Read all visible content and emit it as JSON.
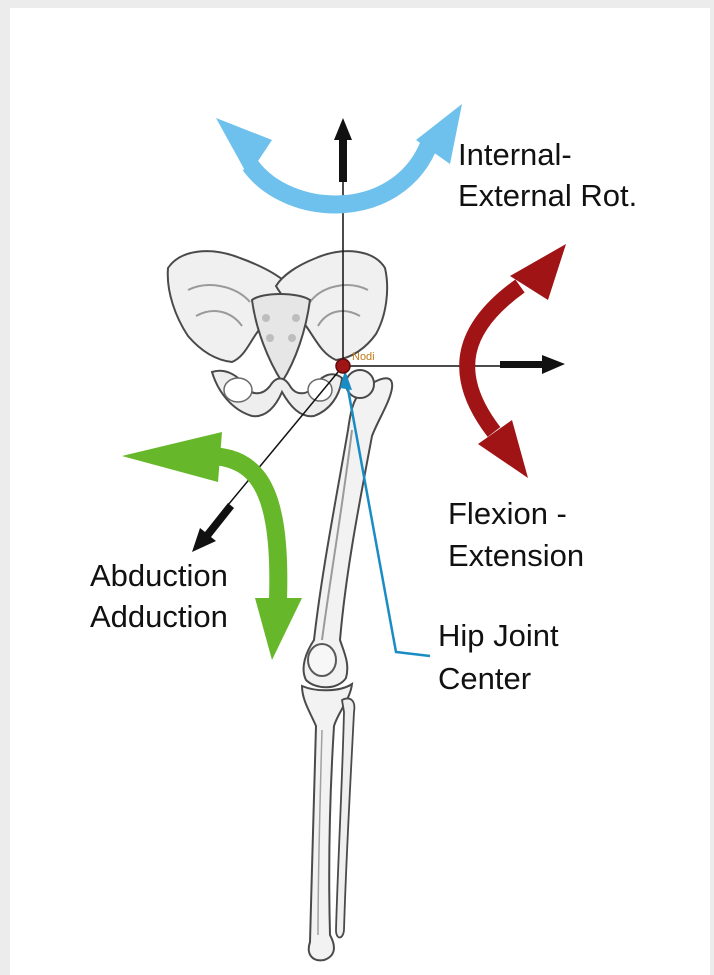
{
  "labels": {
    "rotation": [
      "Internal-",
      "External Rot."
    ],
    "flexion": [
      "Flexion -",
      "Extension"
    ],
    "abduction": [
      "Abduction",
      "Adduction"
    ],
    "hip_center": [
      "Hip Joint",
      "Center"
    ],
    "node_tag": "Nodi"
  },
  "colors": {
    "rotation_arrow": "#6ec1ec",
    "flexion_arrow": "#a01416",
    "abduction_arrow": "#66b82a",
    "hip_center_leader": "#1a8cc4",
    "hip_center_point": "#a01416",
    "axes": "#111111",
    "bone_fill": "#f2f2f2",
    "bone_stroke": "#4a4a4a"
  },
  "icons": [
    "pelvis-bone-icon",
    "femur-bone-icon",
    "tibia-bone-icon",
    "fibula-bone-icon"
  ]
}
